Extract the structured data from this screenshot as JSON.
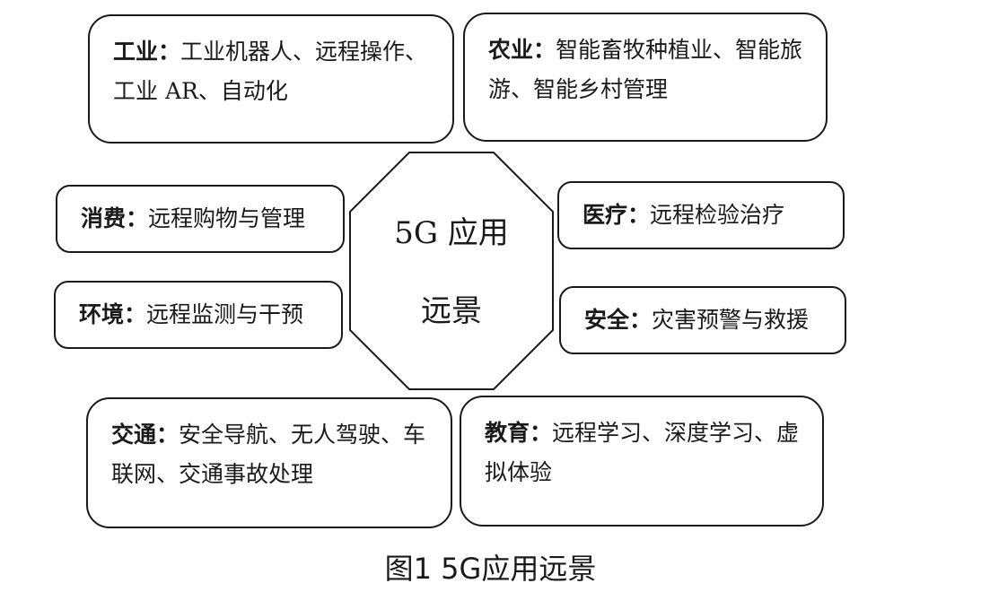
{
  "diagram": {
    "center": {
      "line1": "5G 应用",
      "line2": "远景"
    },
    "boxes": {
      "industry": {
        "label": "工业",
        "sep": "：",
        "text": "工业机器人、远程操作、工业 AR、自动化"
      },
      "agriculture": {
        "label": "农业",
        "sep": "：",
        "text": "智能畜牧种植业、智能旅游、智能乡村管理"
      },
      "consumption": {
        "label": "消费",
        "sep": "：",
        "text": "远程购物与管理"
      },
      "medical": {
        "label": "医疗",
        "sep": "：",
        "text": "远程检验治疗"
      },
      "environment": {
        "label": "环境",
        "sep": "：",
        "text": "远程监测与干预"
      },
      "safety": {
        "label": "安全",
        "sep": "：",
        "text": "灾害预警与救援"
      },
      "transport": {
        "label": "交通",
        "sep": "：",
        "text": "安全导航、无人驾驶、车联网、交通事故处理"
      },
      "education": {
        "label": "教育",
        "sep": "：",
        "text": "远程学习、深度学习、虚拟体验"
      }
    }
  },
  "caption": "图1  5G应用远景"
}
